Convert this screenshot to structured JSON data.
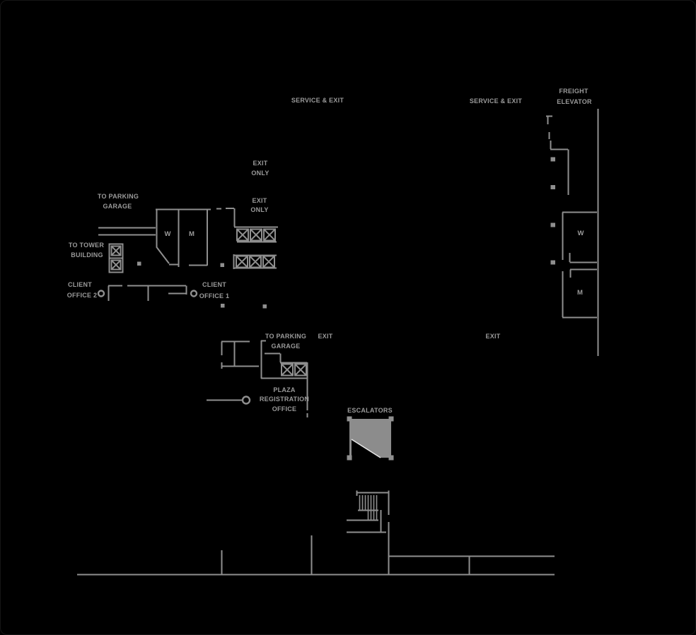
{
  "page": {
    "title": "Plaza level floor plan",
    "type": "architectural-floor-plan"
  },
  "colors": {
    "background": "#000000",
    "line": "#8f8f8f",
    "text": "#9a9a9a",
    "escalator_fill": "#8c8c8c",
    "escalator_diagonal": "#e6e6e6"
  },
  "labels": {
    "service_exit_left": "SERVICE & EXIT",
    "service_exit_right": "SERVICE & EXIT",
    "freight_line1": "FREIGHT",
    "freight_line2": "ELEVATOR",
    "exit_only_upper_line1": "EXIT",
    "exit_only_upper_line2": "ONLY",
    "exit_only_lower_line1": "EXIT",
    "exit_only_lower_line2": "ONLY",
    "to_parking_upper_line1": "TO PARKING",
    "to_parking_upper_line2": "GARAGE",
    "to_tower_line1": "TO TOWER",
    "to_tower_line2": "BUILDING",
    "client_office_2_line1": "CLIENT",
    "client_office_2_line2": "OFFICE 2",
    "client_office_1_line1": "CLIENT",
    "client_office_1_line2": "OFFICE 1",
    "womens_room_left": "W",
    "mens_room_left": "M",
    "womens_room_right": "W",
    "mens_room_right": "M",
    "to_parking_lower_line1": "TO PARKING",
    "to_parking_lower_line2": "GARAGE",
    "exit_mid": "EXIT",
    "exit_right": "EXIT",
    "plaza_office_line1": "PLAZA",
    "plaza_office_line2": "REGISTRATION",
    "plaza_office_line3": "OFFICE",
    "escalators": "ESCALATORS"
  }
}
